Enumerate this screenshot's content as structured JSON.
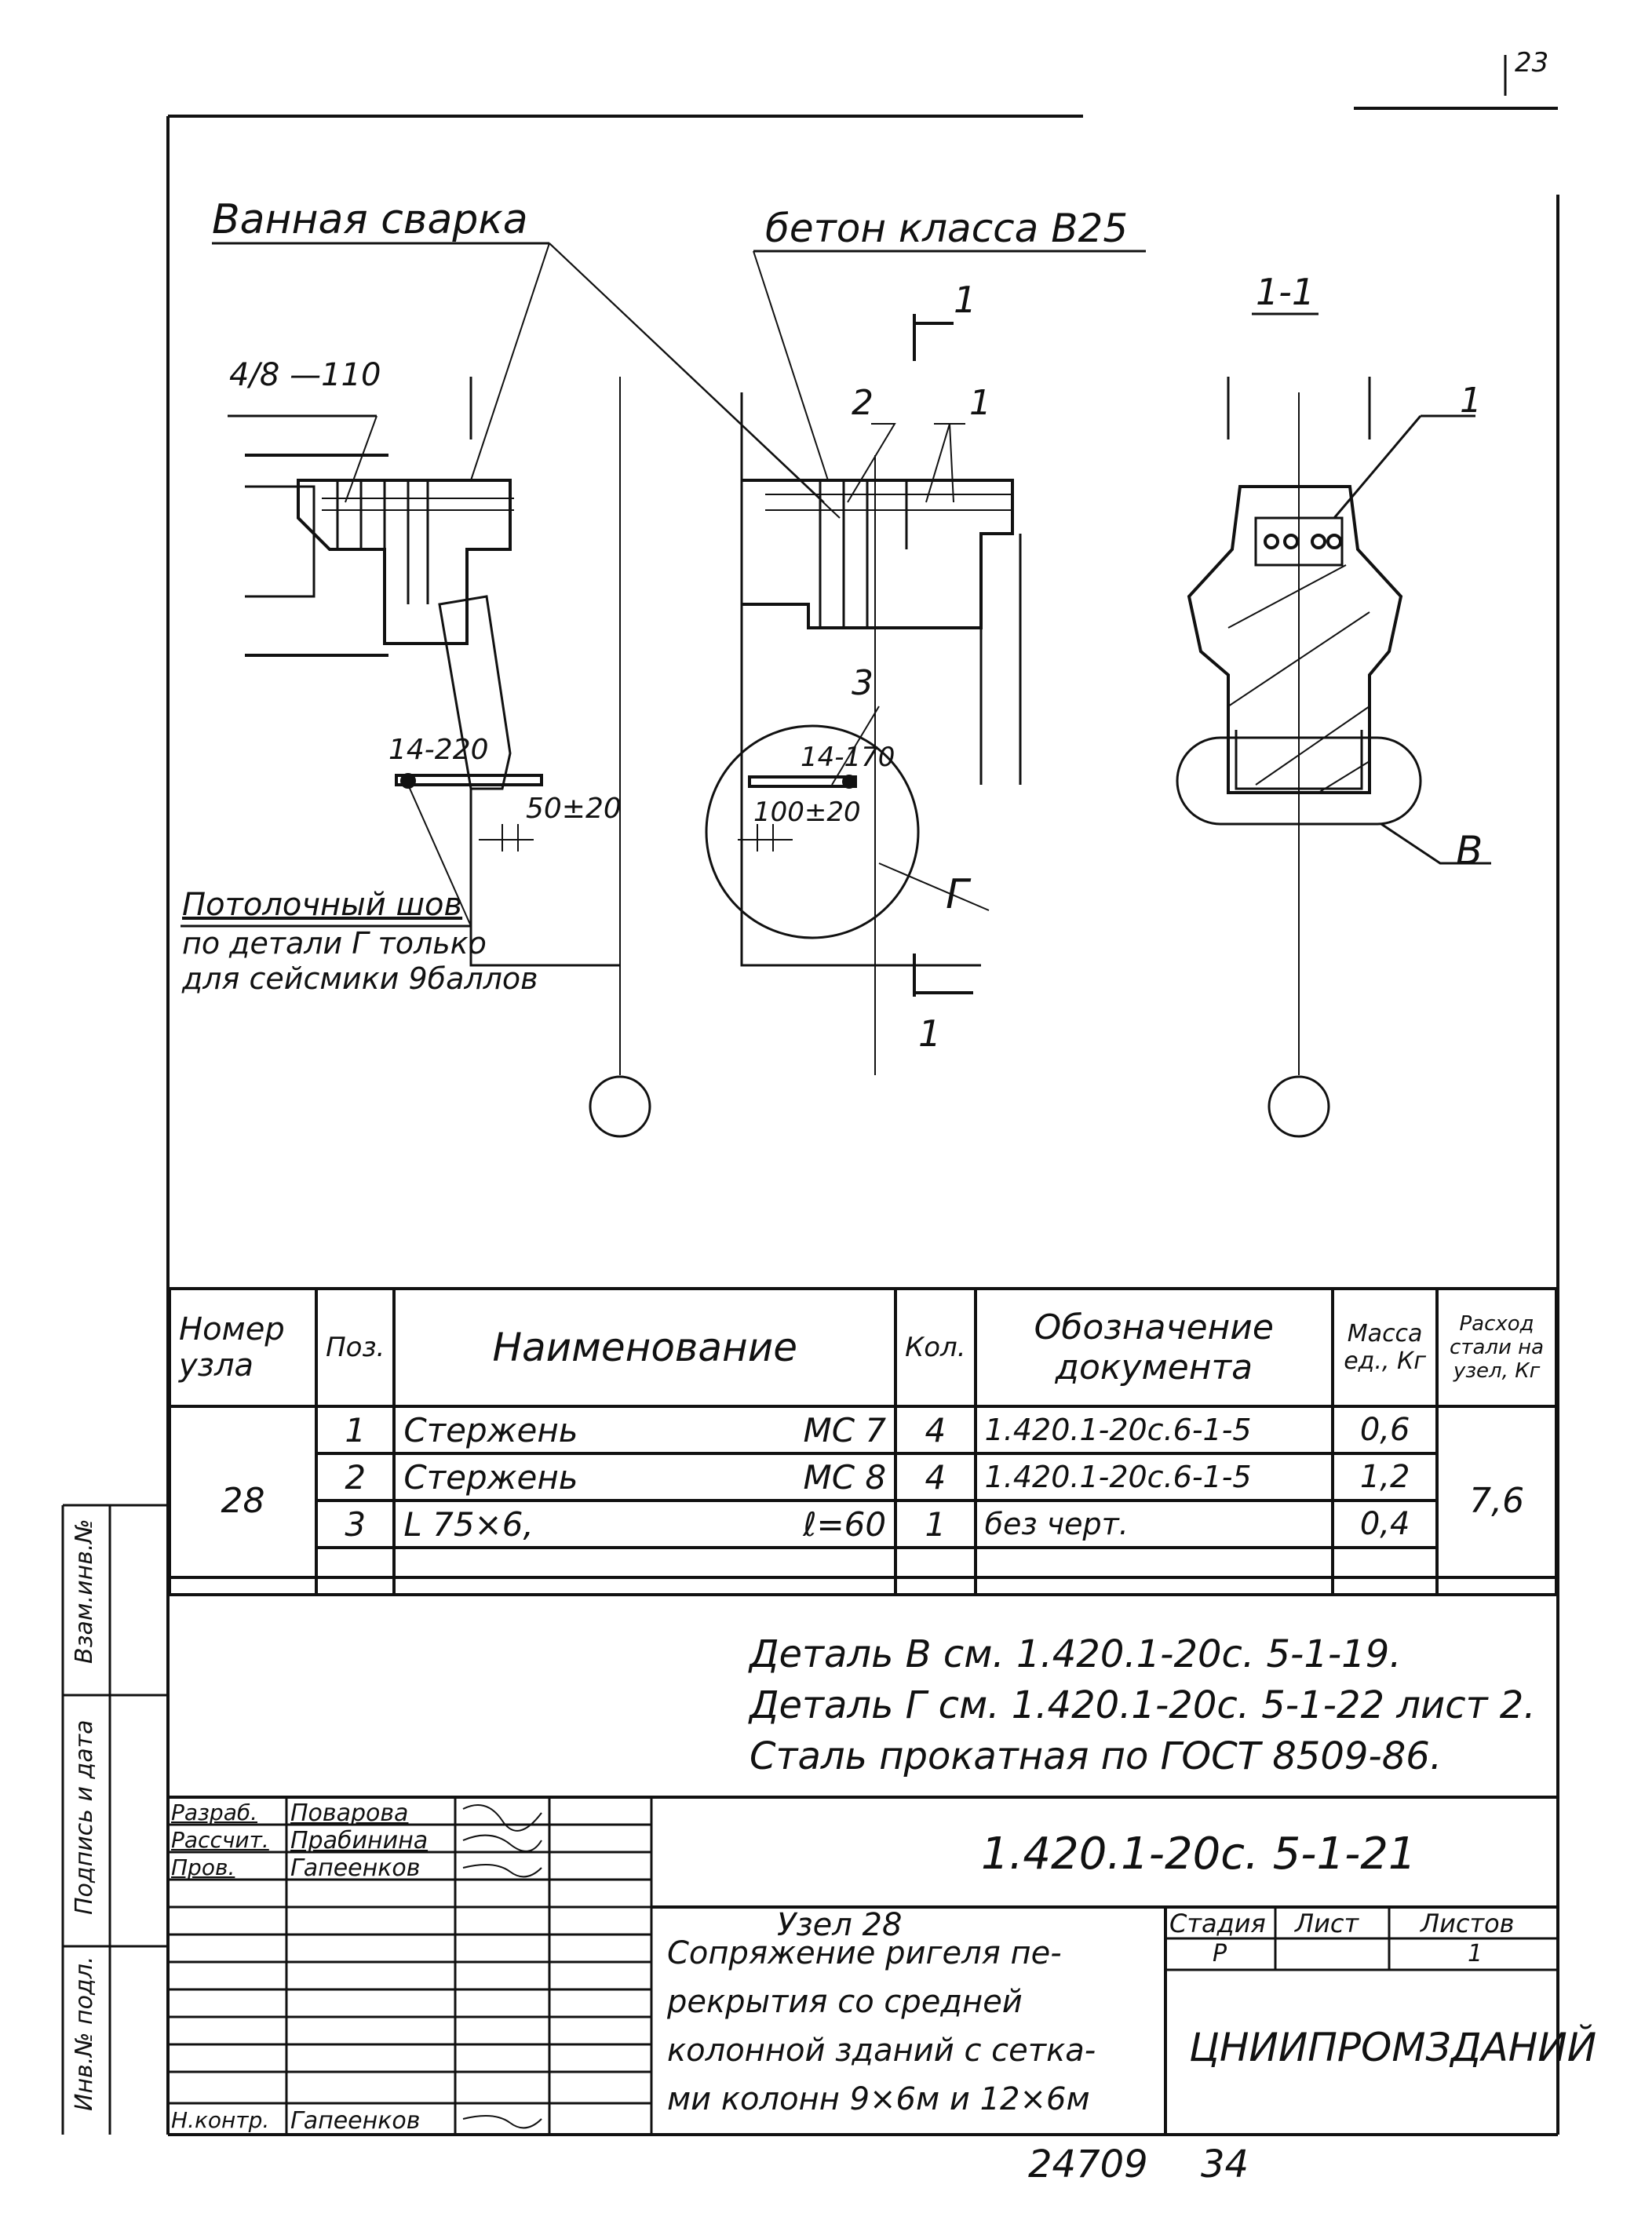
{
  "page_number": "23",
  "drawing": {
    "labels": {
      "weld_bath": "Ванная сварка",
      "concrete": "бетон класса В25",
      "weld_spec_left": "4/8 —110",
      "weld_bottom_left": "14-220",
      "dim_left": "50±20",
      "weld_bottom_mid": "14-170",
      "dim_mid": "100±20",
      "pos_1": "1",
      "pos_2": "2",
      "pos_3": "3",
      "section_label": "1-1",
      "section_mark_top": "1",
      "section_mark_bottom": "1",
      "detail_g": "Г",
      "detail_v": "В",
      "note_line1": "Потолочный шов",
      "note_line2": "по детали Г только",
      "note_line3": "для сейсмики 9баллов"
    }
  },
  "spec_table": {
    "headers": {
      "node": "Номер узла",
      "pos": "Поз.",
      "name": "Наименование",
      "qty": "Кол.",
      "doc": "Обозначение документа",
      "mass": "Масса ед., Кг",
      "steel": "Расход стали на узел, Кг"
    },
    "node_number": "28",
    "steel_total": "7,6",
    "rows": [
      {
        "pos": "1",
        "name": "Стержень",
        "mark": "МС 7",
        "qty": "4",
        "doc": "1.420.1-20с.6-1-5",
        "mass": "0,6"
      },
      {
        "pos": "2",
        "name": "Стержень",
        "mark": "МС 8",
        "qty": "4",
        "doc": "1.420.1-20с.6-1-5",
        "mass": "1,2"
      },
      {
        "pos": "3",
        "name": "L 75×6,",
        "mark": "ℓ=60",
        "qty": "1",
        "doc": "без черт.",
        "mass": "0,4"
      }
    ]
  },
  "notes": [
    "Деталь В см. 1.420.1-20с. 5-1-19.",
    "Деталь Г см. 1.420.1-20с. 5-1-22 лист 2.",
    "Сталь прокатная по ГОСТ 8509-86."
  ],
  "title_block": {
    "roles": [
      {
        "role": "Разраб.",
        "name": "Поварова"
      },
      {
        "role": "Рассчит.",
        "name": "Прабинина"
      },
      {
        "role": "Пров.",
        "name": "Гапеенков"
      },
      {
        "role": "Н.контр.",
        "name": "Гапеенков"
      }
    ],
    "designation": "1.420.1-20с. 5-1-21",
    "title_lines": [
      "Узел 28",
      "Сопряжение ригеля пе-",
      "рекрытия со средней",
      "колонной зданий с сетка-",
      "ми колонн 9×6м и 12×6м"
    ],
    "stage_label": "Стадия",
    "sheet_label": "Лист",
    "sheets_label": "Листов",
    "stage": "Р",
    "sheets": "1",
    "organization": "ЦНИИПРОМЗДАНИЙ",
    "side_labels": [
      "Инв.№ подл.",
      "Подпись и дата",
      "Взам.инв.№"
    ]
  },
  "footer": {
    "archive_number": "24709",
    "page": "34"
  }
}
